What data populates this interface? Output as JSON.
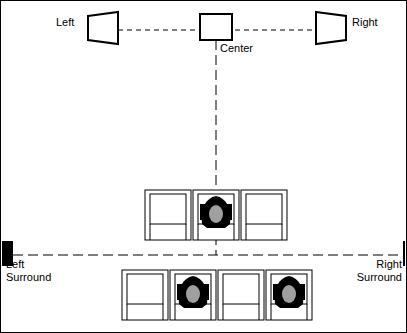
{
  "diagram": {
    "labels": [
      "Left",
      "Right",
      "Center",
      "Left Surround",
      "Right Surround"
    ]
  }
}
